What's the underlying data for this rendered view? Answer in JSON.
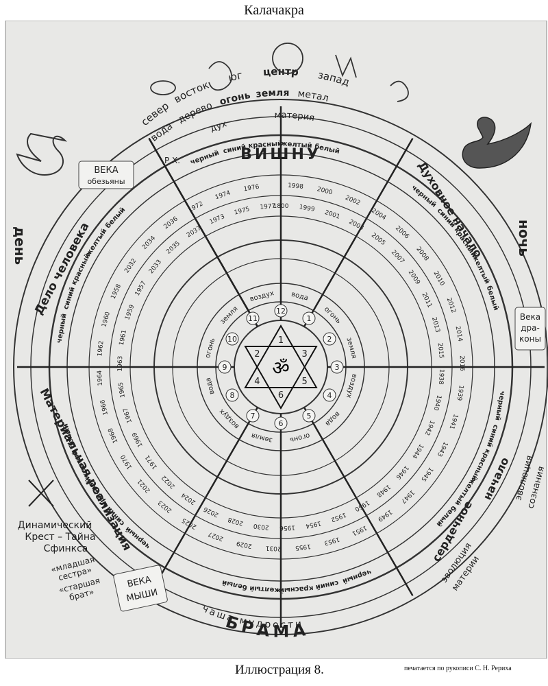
{
  "title": "Калачакра",
  "caption": "Иллюстрация 8.",
  "credit": "печатается по рукописи С. Н. Рериха",
  "top_elements": [
    "север",
    "восток",
    "юг",
    "центр",
    "запад"
  ],
  "top_substances": [
    "вода",
    "дерево",
    "огонь",
    "земля",
    "метал"
  ],
  "spirit": "дух",
  "matter": "материя",
  "vishnu": "ВИШНУ",
  "brama": "БРАМА",
  "chasha": "чаша мудрости",
  "day": "день",
  "night": "ночь",
  "rh": "Р.Х.",
  "veka_obezyany": [
    "ВЕКА",
    "обезьяны"
  ],
  "veka_drakona": [
    "Века",
    "дра-",
    "коны"
  ],
  "veka_myshi": [
    "ВЕКА",
    "МЫШИ"
  ],
  "delo": "Дело человека",
  "dukhovnoe": "Духовное начало",
  "materialnaya": "Материальная реализация",
  "serdechnoe": "сердечное",
  "nachalo": "начало",
  "evol_soznaniya": [
    "эволюция",
    "сознания"
  ],
  "evol_materii": [
    "эволюция",
    "материи"
  ],
  "cross": [
    "Динамический",
    "Крест – Тайна",
    "Сфинкса"
  ],
  "sister": [
    "«младшая",
    "сестра»",
    "«старшая",
    "брат»"
  ],
  "color_ring": [
    "черный",
    "синий",
    "красный",
    "желтый",
    "белый"
  ],
  "inner_elements": [
    "вода",
    "огонь",
    "земля",
    "воздух",
    "вода",
    "огонь",
    "земля",
    "воздух",
    "вода",
    "огонь",
    "земля",
    "воздух"
  ],
  "inner_numbers": [
    "12",
    "1",
    "2",
    "3",
    "4",
    "5",
    "6",
    "7",
    "8",
    "9",
    "10",
    "11"
  ],
  "star_numbers": [
    "1",
    "2",
    "3",
    "4",
    "5",
    "6"
  ],
  "om": "ॐ",
  "years": [
    "1800",
    "1998",
    "1999",
    "2000",
    "2001",
    "2002",
    "2003",
    "2004",
    "2005",
    "2006",
    "2007",
    "2008",
    "2009",
    "2010",
    "2011",
    "2012",
    "2013",
    "2014",
    "2015",
    "2016",
    "1938",
    "1939",
    "1940",
    "1941",
    "1942",
    "1943",
    "1944",
    "1945",
    "1946",
    "1947",
    "1948",
    "1949",
    "1950",
    "1951",
    "1952",
    "1953",
    "1954",
    "1955",
    "1956",
    "2031",
    "2030",
    "2029",
    "2028",
    "2027",
    "2026",
    "2025",
    "2024",
    "2023",
    "2022",
    "2021",
    "1971",
    "1970",
    "1969",
    "1968",
    "1967",
    "1966",
    "1965",
    "1964",
    "1963",
    "1962",
    "1961",
    "1960",
    "1959",
    "1958",
    "1957",
    "2032",
    "2033",
    "2034",
    "2035",
    "2036",
    "2037",
    "1972",
    "1973",
    "1974",
    "1975",
    "1976",
    "1977"
  ]
}
